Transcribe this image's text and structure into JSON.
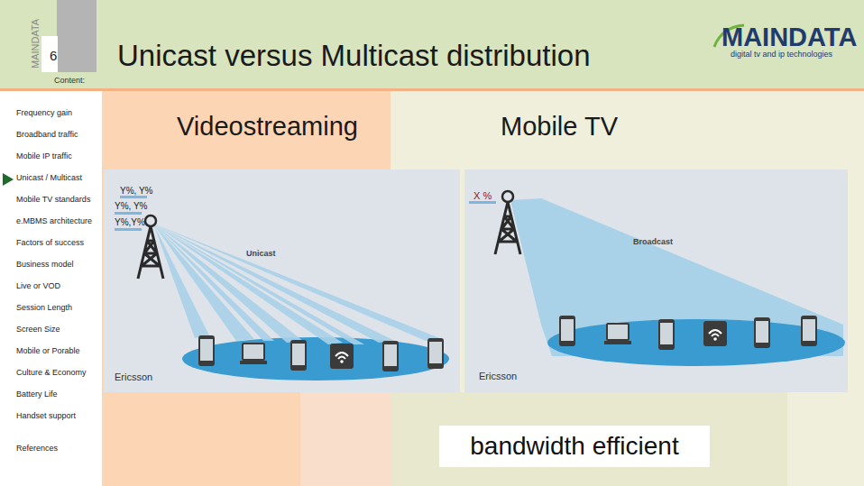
{
  "diagram": {
    "title": "Unicast versus Multicast distribution",
    "nodes": [
      {
        "text": [
          "bandwidth efficient"
        ]
      }
    ],
    "labels": [
      "MAINDATA",
      "6",
      "MAINDATA",
      "digital tv and ip technologies",
      "Content:",
      "Frequency gain",
      "Broadband traffic",
      "Mobile IP traffic",
      "Unicast / Multicast",
      "Mobile TV standards",
      "e.MBMS architecture",
      "Factors of success",
      "Business model",
      "Live or VOD",
      "Session Length",
      "Screen Size",
      "Mobile or Porable",
      "Culture & Economy",
      "Battery Life",
      "Handset support",
      "References",
      "Videostreaming",
      "Mobile TV",
      "Y%, Y%",
      "Y%, Y%",
      "Y%,Y%",
      "Unicast",
      "Ericsson",
      "X %",
      "Broadcast",
      "Ericsson"
    ]
  }
}
